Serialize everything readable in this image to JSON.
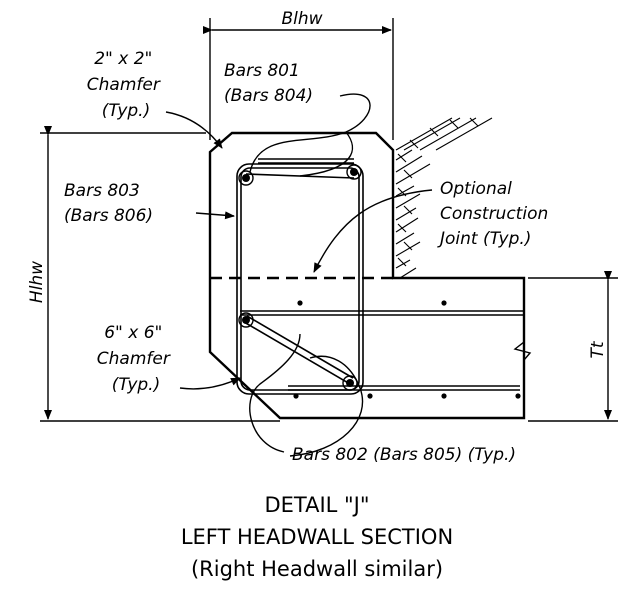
{
  "labels": {
    "blhw": "Blhw",
    "hlhw": "Hlhw",
    "tt": "Tt",
    "chamfer_top": [
      "2\" x 2\"",
      "Chamfer",
      "(Typ.)"
    ],
    "chamfer_bottom": [
      "6\" x 6\"",
      "Chamfer",
      "(Typ.)"
    ],
    "bars_801": [
      "Bars 801",
      "(Bars 804)"
    ],
    "bars_803": [
      "Bars 803",
      "(Bars 806)"
    ],
    "construction_joint": [
      "Optional",
      "Construction",
      "Joint (Typ.)"
    ],
    "bars_802": "Bars 802 (Bars 805) (Typ.)"
  },
  "caption": {
    "line1": "DETAIL \"J\"",
    "line2": "LEFT HEADWALL SECTION",
    "line3": "(Right Headwall similar)"
  }
}
